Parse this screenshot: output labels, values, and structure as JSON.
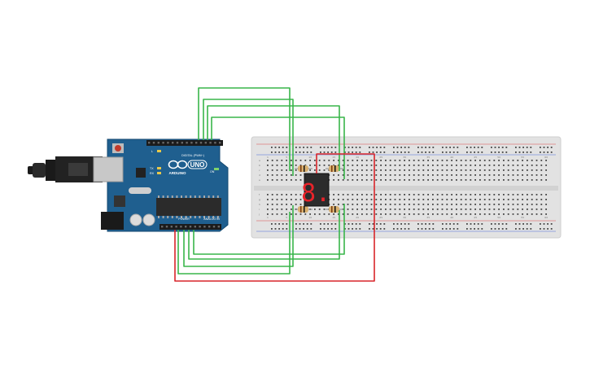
{
  "board": {
    "brand": "ARDUINO",
    "model": "UNO",
    "header_digital": "DIGITAL (PWM~)",
    "header_power": "POWER",
    "header_analog": "ANALOG IN",
    "led_labels": [
      "L",
      "TX",
      "RX"
    ],
    "on_label": "ON"
  },
  "display": {
    "digit": "8."
  },
  "colors": {
    "board_blue": "#1f5f8f",
    "breadboard": "#e2e2e2",
    "wire_green": "#39b54a",
    "wire_red": "#d9252a",
    "segment_red": "#e8232a"
  },
  "breadboard": {
    "column_numbers": [
      "1",
      "5",
      "10",
      "15",
      "20",
      "25",
      "30",
      "35",
      "40",
      "45",
      "50",
      "55",
      "60"
    ],
    "row_letters": [
      "a",
      "b",
      "c",
      "d",
      "e",
      "f",
      "g",
      "h",
      "i",
      "j"
    ]
  }
}
